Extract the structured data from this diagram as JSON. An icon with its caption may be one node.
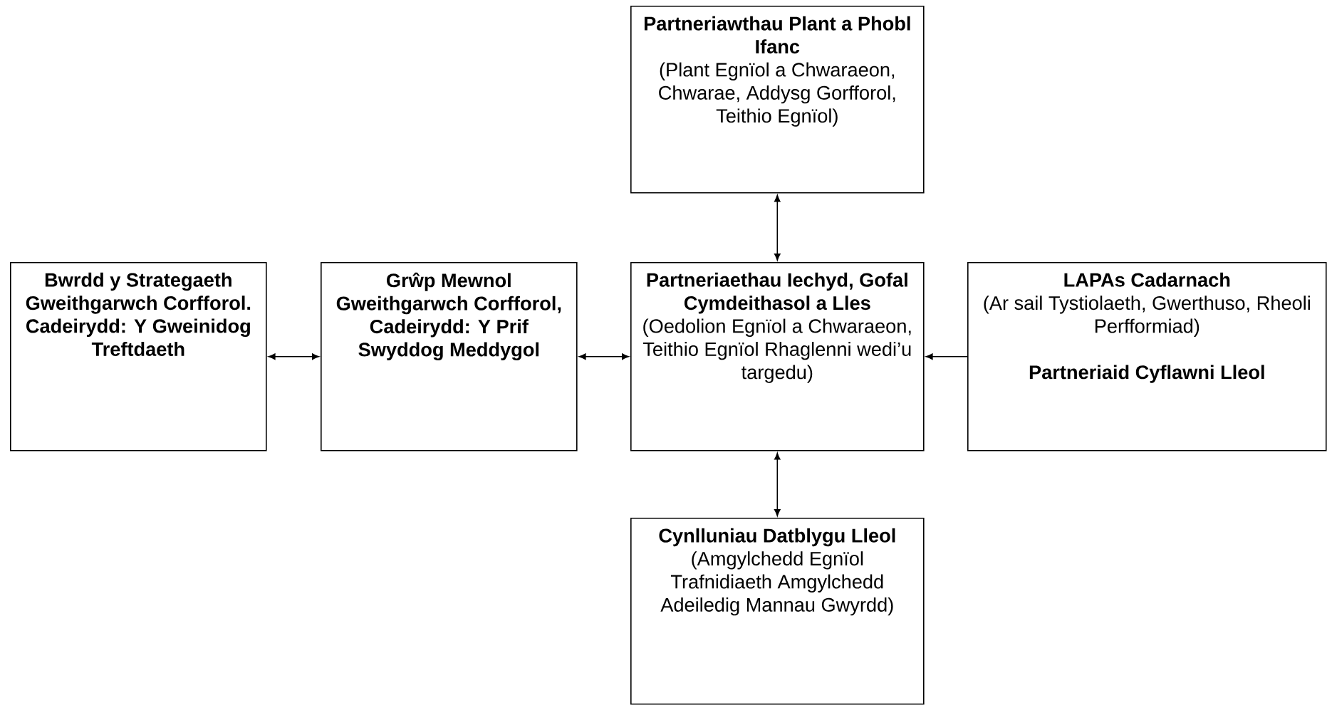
{
  "diagram": {
    "nodes": [
      {
        "text": [
          "Partneriawthau Plant a Phobl Ifanc",
          "(Plant Egnïol a Chwaraeon, Chwarae, Addysg Gorfforol, Teithio Egnïol)"
        ]
      },
      {
        "text": [
          "Bwrdd y Strategaeth Gweithgarwch Corfforol. Cadeirydd: Y Gweinidog Treftdaeth"
        ]
      },
      {
        "text": [
          "Grŵp Mewnol Gweithgarwch Corfforol, Cadeirydd: Y Prif Swyddog Meddygol"
        ]
      },
      {
        "text": [
          "**Partneriaethau Iechyd, Gofal Cymdeithasol a Lles** (Oedolion Egnïol a Chwaraeon, Teithio Egnïol Rhaglenni wedi’u targedu)"
        ]
      },
      {
        "text": [
          "LAPAs Cadarnach",
          "(Ar sail Tystiolaeth, Gwerthuso, Rheoli Perfformiad)",
          "Partneriaid Cyflawni Lleol"
        ]
      },
      {
        "text": [
          "Cynlluniau Datblygu Lleol",
          "(Amgylchedd Egnïol Trafnidiaeth Amgylchedd Adeiledig Mannau Gwyrdd)"
        ]
      }
    ],
    "edges": [
      {
        "from": 0,
        "to": 3,
        "arrow": "both"
      },
      {
        "from": 1,
        "to": 2,
        "arrow": "both"
      },
      {
        "from": 2,
        "to": 3,
        "arrow": "both"
      },
      {
        "from": 4,
        "to": 3,
        "arrow": "to"
      },
      {
        "from": 3,
        "to": 5,
        "arrow": "both"
      }
    ]
  }
}
